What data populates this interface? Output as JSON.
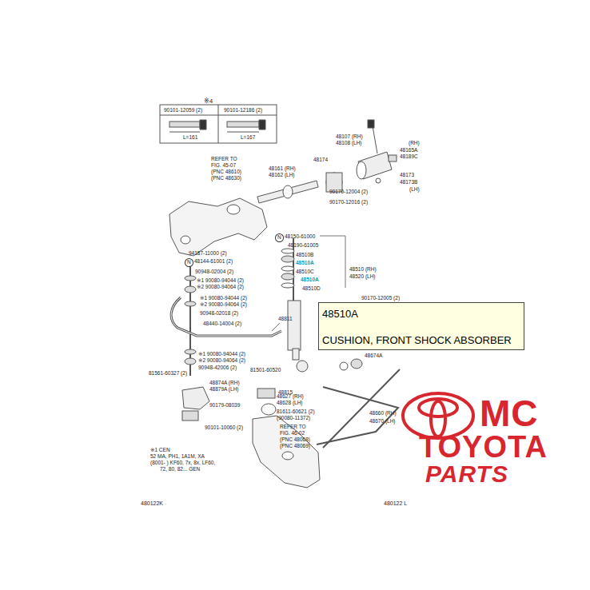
{
  "diagram": {
    "nodes": [
      {
        "text": [
          "48510A",
          "CUSHION, FRONT SHOCK ABSORBER"
        ]
      }
    ],
    "labels": [
      "※4",
      "90101-12059 (2)",
      "90101-12186 (2)",
      "L=161",
      "L=167",
      "REFER TO",
      "FIG. 45-07",
      "(PNC 48610)",
      "(PNC 48630)",
      "48161 (RH)",
      "48162 (LH)",
      "48174",
      "48107 (RH)",
      "48108 (LH)",
      "(RH)",
      "48165A",
      "48189C",
      "48173",
      "48173B",
      "(LH)",
      "90170-12004 (2)",
      "90170-12016 (2)",
      "N",
      "48150-61000",
      "48190-61005",
      "48510B",
      "48510A",
      "48510C",
      "48510A",
      "48510D",
      "48510 (RH)",
      "48520 (LH)",
      "94187-11000 (2)",
      "N",
      "48144-61001 (2)",
      "90948-02004 (2)",
      "※1 90080-94044 (2)",
      "※2 90080-94064 (2)",
      "※1 90080-94044 (2)",
      "※2 90080-94064 (2)",
      "90948-02018 (2)",
      "48440-14004 (2)",
      "48811",
      "※1 90080-94044 (2)",
      "※2 90080-94064 (2)",
      "90948-42006 (2)",
      "81501-60520",
      "81561-60327 (2)",
      "48874A (RH)",
      "48879A (LH)",
      "48815",
      "90179-08039",
      "90101-10060 (2)",
      "48627 (RH)",
      "48628 (LH)",
      "81611-60621 (2)",
      "(90080-11372)",
      "REFER TO",
      "FIG. 46-02",
      "(PNC 48068)",
      "(PNC 48069)",
      "48660 (RH)",
      "48670 (LH)",
      "48674A",
      "90170-12005 (2)",
      "※1 CEN",
      "52 MA, PH1, 1A1M, XA",
      "(8001-  ) KF60, 7x, 8x, LF60,",
      "72, 80, 82... GEN",
      "480122K",
      "480122 L",
      "MC",
      "TOYOTA",
      "PARTS"
    ]
  }
}
